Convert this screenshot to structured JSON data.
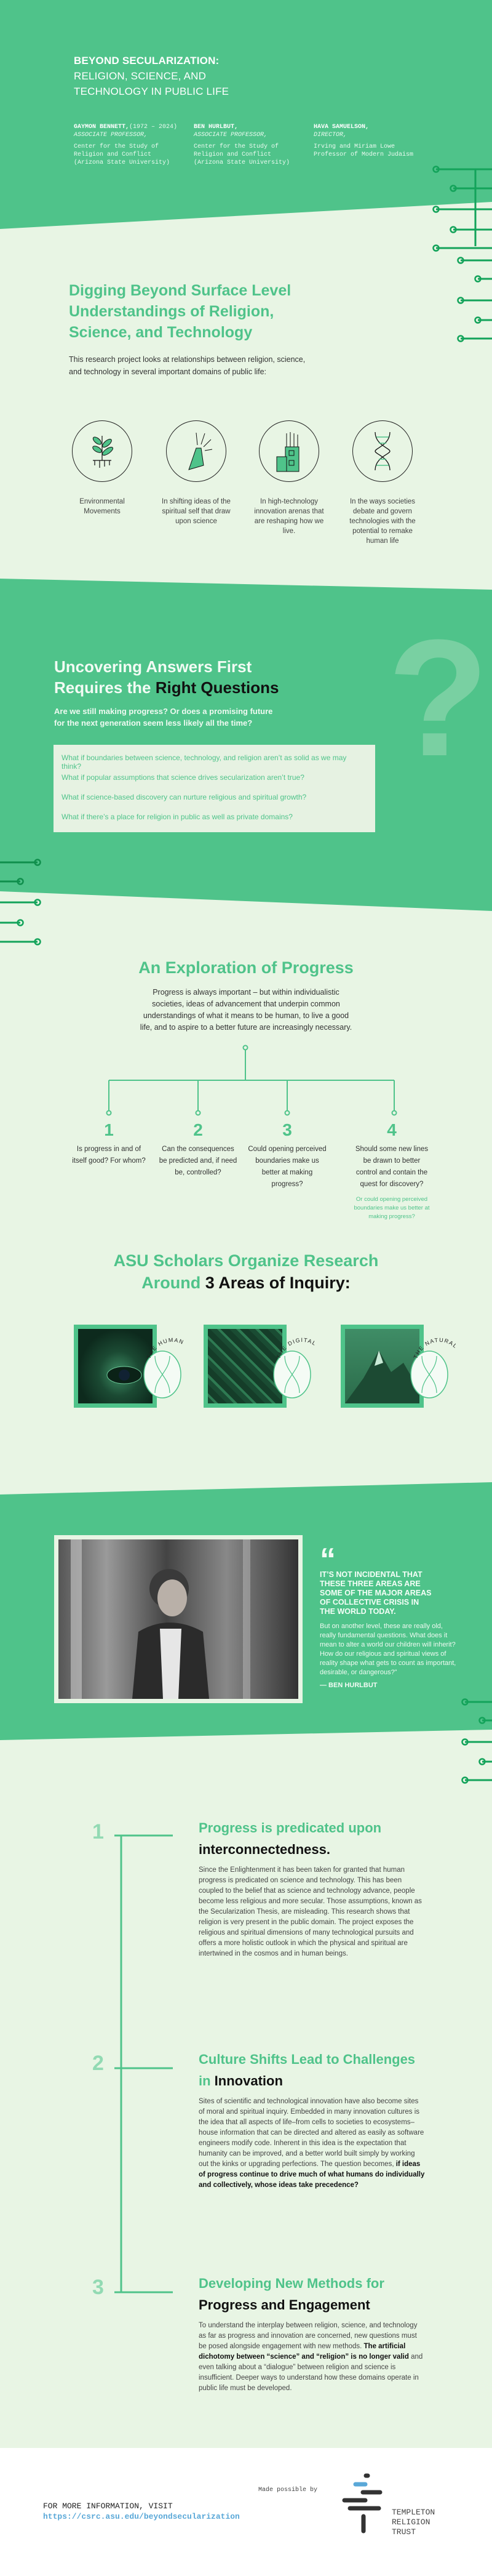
{
  "colors": {
    "brand_green": "#4fc38a",
    "background": "#e8f5e4",
    "circuit_green": "#13a35a",
    "link_blue": "#5aa8d8"
  },
  "header": {
    "title_bold": "BEYOND SECULARIZATION:",
    "title_line2": "RELIGION, SCIENCE, AND",
    "title_line3": "TECHNOLOGY IN PUBLIC LIFE",
    "authors": [
      {
        "name": "GAYMON BENNETT,",
        "dates": "(1972 – 2024)",
        "role": "ASSOCIATE PROFESSOR,",
        "affiliation": [
          "Center for the Study of",
          "Religion and Conflict",
          "(Arizona State University)"
        ]
      },
      {
        "name": "BEN HURLBUT,",
        "dates": "",
        "role": "ASSOCIATE PROFESSOR,",
        "affiliation": [
          "Center for the Study of",
          "Religion and Conflict",
          "(Arizona State University)"
        ]
      },
      {
        "name": "HAVA SAMUELSON,",
        "dates": "",
        "role": "DIRECTOR,",
        "affiliation": [
          "Irving and Miriam Lowe",
          "Professor of Modern Judaism"
        ]
      }
    ]
  },
  "digging": {
    "title_lines": [
      "Digging Beyond Surface Level",
      "Understandings of Religion,",
      "Science, and Technology"
    ],
    "intro_lines": [
      "This research project looks at relationships between religion, science,",
      "and technology in several important domains of public life:"
    ],
    "domains": [
      {
        "icon": "plant-circuit-icon",
        "label": "Environmental Movements"
      },
      {
        "icon": "praying-hands-icon",
        "label": "In shifting ideas of the spiritual self that draw upon science"
      },
      {
        "icon": "building-circuit-icon",
        "label": "In high-technology innovation arenas that are reshaping how we live."
      },
      {
        "icon": "dna-icon",
        "label": "In the ways societies debate and govern technologies with the potential to remake human life"
      }
    ]
  },
  "questions_section": {
    "title_line1": "Uncovering Answers First",
    "title_line2_green": "Requires the ",
    "title_line2_dark": "Right Questions",
    "subtitle_lines": [
      "Are we still making progress? Or does a promising future",
      "for the next generation seem less likely all the time?"
    ],
    "questions": [
      "What if boundaries between science, technology, and religion aren’t as solid as we may think?",
      "What if popular assumptions that science drives secularization aren’t true?",
      "What if science-based discovery can nurture religious and spiritual growth?",
      "What if there’s a place for religion in public as well as private domains?"
    ]
  },
  "progress": {
    "title": "An Exploration of Progress",
    "intro": "Progress is always important – but within individualistic societies, ideas of advancement that underpin common understandings of what it means to be human, to live a good life, and to aspire to a better future are increasingly necessary.",
    "items": [
      {
        "number": "1",
        "question": "Is progress in and of itself good? For whom?"
      },
      {
        "number": "2",
        "question": "Can the consequences be predicted and, if need be, controlled?"
      },
      {
        "number": "3",
        "question": "Could opening perceived boundaries make us better at making progress?"
      },
      {
        "number": "4",
        "question": "Should some new lines be drawn to better control and contain the quest for discovery?",
        "note": "Or could opening perceived boundaries make us better at making progress?"
      }
    ]
  },
  "areas": {
    "title_line1": "ASU Scholars Organize Research",
    "title_line2_green": "Around ",
    "title_line2_dark": "3 Areas of Inquiry:",
    "items": [
      {
        "label": "THE HUMAN"
      },
      {
        "label": "THE DIGITAL"
      },
      {
        "label": "THE NATURAL"
      }
    ]
  },
  "quote": {
    "mark": "“",
    "headline_lines": [
      "IT’S NOT INCIDENTAL THAT",
      "THESE THREE AREAS ARE",
      "SOME OF THE MAJOR AREAS",
      "OF COLLECTIVE CRISIS IN",
      "THE WORLD TODAY."
    ],
    "body": "But on another level, these are really old, really fundamental questions. What does it mean to alter a world our children will inherit? How do our religious and spiritual views of reality shape what gets to count as important, desirable, or dangerous?”",
    "attribution": "— BEN HURLBUT"
  },
  "findings": [
    {
      "number": "1",
      "title_green": "Progress is predicated upon ",
      "title_dark": "interconnectedness.",
      "body_before": "Since the Enlightenment it has been taken for granted that human progress is predicated on science and technology. This has been coupled to the belief that as science and technology advance, people become less religious and more secular. Those assumptions, known as the Secularization Thesis, are misleading. This research shows that religion is very present in the public domain. The project exposes the religious and spiritual dimensions of many technological pursuits and offers a more holistic outlook in which the physical and spiritual are intertwined in the cosmos and in human beings.",
      "body_bold": "",
      "body_after": ""
    },
    {
      "number": "2",
      "title_green": "Culture Shifts Lead to Challenges in ",
      "title_dark": "Innovation",
      "body_before": "Sites of scientific and technological innovation have also become sites of moral and spiritual inquiry. Embedded in many innovation cultures is the idea that all aspects of life–from cells to societies to ecosystems–house information that can be directed and altered as easily as software engineers modify code. Inherent in this idea is the expectation that humanity can be improved, and a better world built simply by working out the kinks or upgrading perfections. The question becomes, ",
      "body_bold": "if ideas of progress continue to drive much of what humans do individually and collectively, whose ideas take precedence?",
      "body_after": ""
    },
    {
      "number": "3",
      "title_green": "Developing New Methods for ",
      "title_dark": "Progress and Engagement",
      "body_before": "To understand the interplay between religion, science, and technology as far as progress and innovation are concerned, new questions must be posed alongside engagement with new methods. ",
      "body_bold": "The artificial dichotomy between “science” and “religion” is no longer valid",
      "body_after": " and even talking about a “dialogue” between religion and science is insufficient. Deeper ways to understand how these domains operate in public life must be developed."
    }
  ],
  "footer": {
    "more_info": "FOR MORE INFORMATION, VISIT",
    "url": "https://csrc.asu.edu/beyondsecularization",
    "made_possible": "Made possible by",
    "sponsor_lines": [
      "TEMPLETON",
      "RELIGION",
      "TRUST"
    ]
  }
}
